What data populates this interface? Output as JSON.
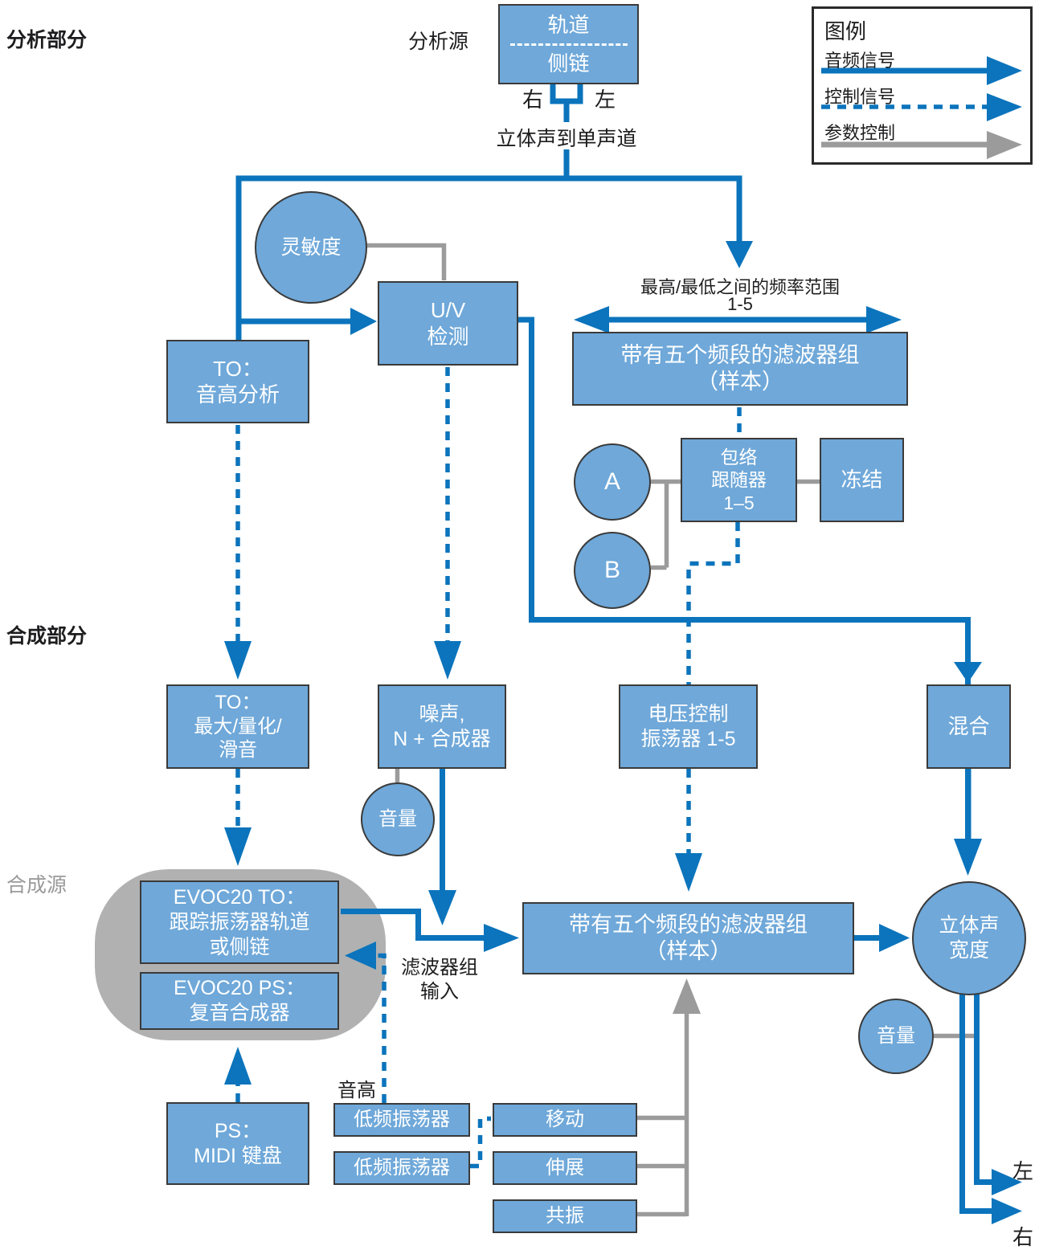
{
  "colors": {
    "audio_signal_blue": "#0b74bc",
    "node_fill_blue": "#6fa8d9",
    "node_border": "#3a3a3a",
    "parameter_gray": "#9b9b9b",
    "group_fill_gray": "#b1b1b1",
    "node_text": "#ffffff",
    "label_text": "#1d1d1f",
    "gray_label_text": "#9a9a9a"
  },
  "legend": {
    "title": "图例",
    "items": [
      {
        "label": "音频信号",
        "style": "solid-blue-arrow"
      },
      {
        "label": "控制信号",
        "style": "dashed-blue-arrow"
      },
      {
        "label": "参数控制",
        "style": "solid-gray-arrow"
      }
    ]
  },
  "sections": {
    "analysis_label": "分析部分",
    "synthesis_label": "合成部分",
    "analysis_source_label": "分析源",
    "synthesis_source_label": "合成源"
  },
  "labels": {
    "right_channel_top": "右",
    "left_channel_top": "左",
    "stereo_to_mono": "立体声到单声道",
    "freq_range_line1": "最高/最低之间的频率范围",
    "freq_range_line2": "1-5",
    "filterbank_input_line1": "滤波器组",
    "filterbank_input_line2": "输入",
    "pitch": "音高",
    "out_left": "左",
    "out_right": "右"
  },
  "nodes": {
    "track_sidechain": {
      "lines": [
        "轨道",
        "侧链"
      ]
    },
    "sensitivity": {
      "lines": [
        "灵敏度"
      ]
    },
    "uv_detection": {
      "lines": [
        "U/V",
        "检测"
      ]
    },
    "to_pitch_analysis": {
      "lines": [
        "TO：",
        "音高分析"
      ]
    },
    "analysis_filterbank": {
      "lines": [
        "带有五个频段的滤波器组",
        "（样本）"
      ]
    },
    "envelope_follower": {
      "lines": [
        "包络",
        "跟随器",
        "1–5"
      ]
    },
    "freeze": {
      "lines": [
        "冻结"
      ]
    },
    "attack": {
      "lines": [
        "A"
      ]
    },
    "release": {
      "lines": [
        "B"
      ]
    },
    "to_max_quantize_glide": {
      "lines": [
        "TO：",
        "最大/量化/",
        "滑音"
      ]
    },
    "noise_synth": {
      "lines": [
        "噪声,",
        "N + 合成器"
      ]
    },
    "vco": {
      "lines": [
        "电压控制",
        "振荡器 1-5"
      ]
    },
    "mix": {
      "lines": [
        "混合"
      ]
    },
    "evoc20_to": {
      "lines": [
        "EVOC20 TO：",
        "跟踪振荡器轨道",
        "或侧链"
      ]
    },
    "evoc20_ps": {
      "lines": [
        "EVOC20 PS：",
        "复音合成器"
      ]
    },
    "synthesis_filterbank": {
      "lines": [
        "带有五个频段的滤波器组",
        "（样本）"
      ]
    },
    "volume_noise": {
      "lines": [
        "音量"
      ]
    },
    "stereo_width": {
      "lines": [
        "立体声",
        "宽度"
      ]
    },
    "volume_out": {
      "lines": [
        "音量"
      ]
    },
    "ps_midi_keyboard": {
      "lines": [
        "PS：",
        "MIDI 键盘"
      ]
    },
    "lfo_1": {
      "lines": [
        "低频振荡器"
      ]
    },
    "lfo_2": {
      "lines": [
        "低频振荡器"
      ]
    },
    "shift": {
      "lines": [
        "移动"
      ]
    },
    "stretch": {
      "lines": [
        "伸展"
      ]
    },
    "resonance": {
      "lines": [
        "共振"
      ]
    }
  }
}
